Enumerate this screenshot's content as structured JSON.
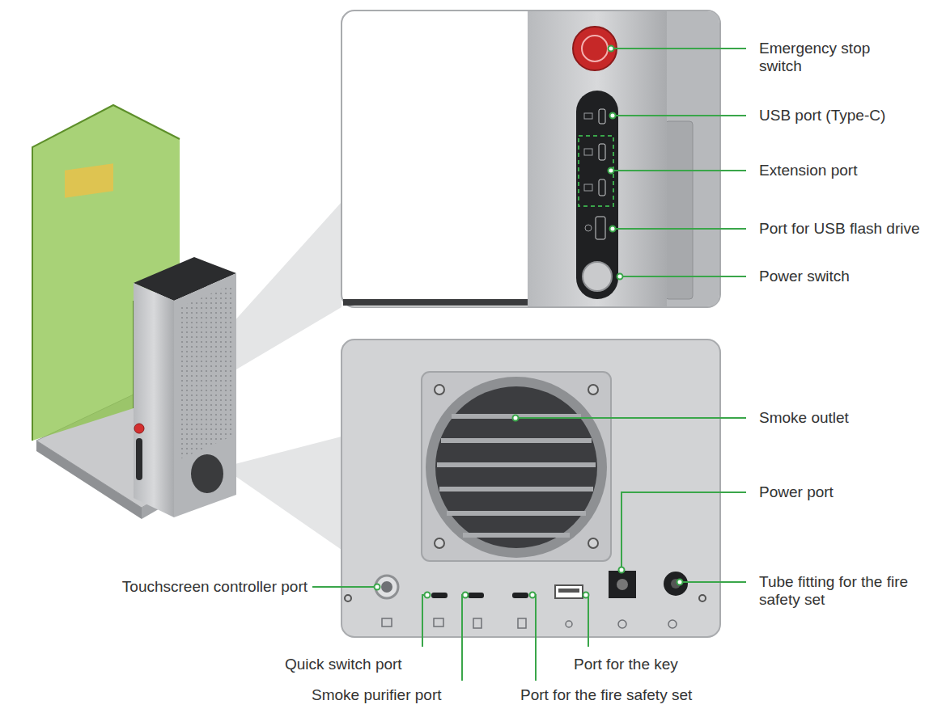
{
  "diagram": {
    "labels": [
      "Emergency stop switch",
      "USB port (Type-C)",
      "Extension port",
      "Port for USB flash drive",
      "Power switch",
      "Smoke outlet",
      "Power port",
      "Tube fitting for the fire safety set",
      "Touchscreen controller port",
      "Quick switch port",
      "Smoke purifier port",
      "Port for the key",
      "Port for the fire safety set"
    ]
  }
}
